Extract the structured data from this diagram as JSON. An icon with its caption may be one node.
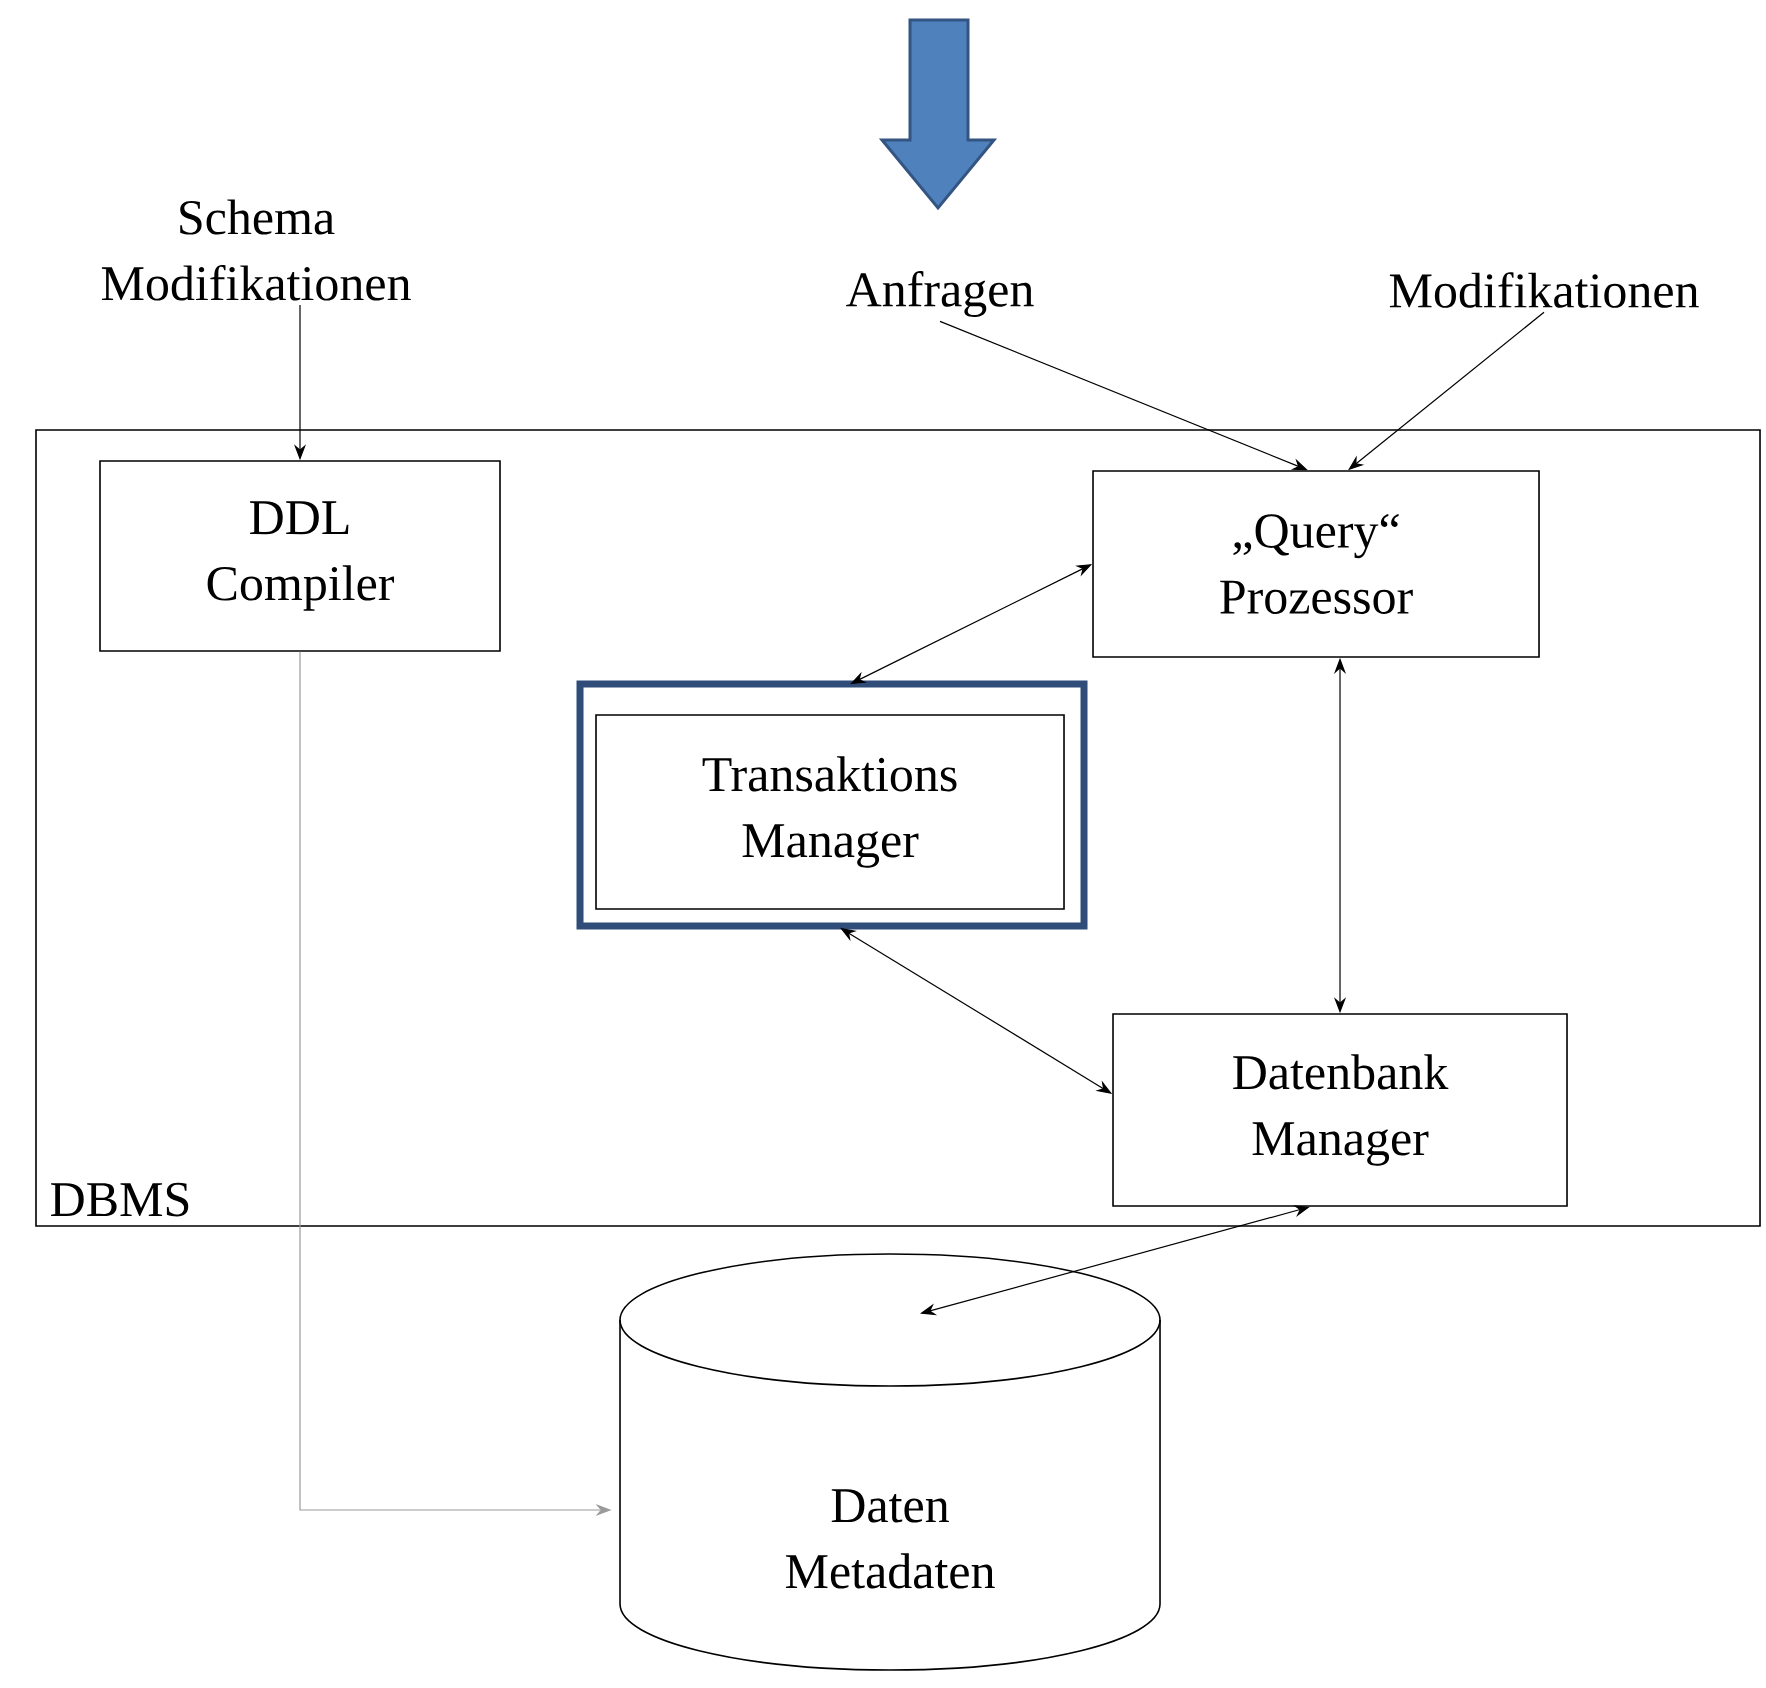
{
  "diagram": {
    "nodes": [
      {
        "text": [
          "DBMS"
        ]
      },
      {
        "text": [
          "Schema Modifikationen"
        ]
      },
      {
        "text": [
          "Anfragen"
        ]
      },
      {
        "text": [
          "Modifikationen"
        ]
      },
      {
        "text": [
          "DDL Compiler"
        ],
        "in": 0
      },
      {
        "text": [
          "„Query“ Prozessor"
        ],
        "in": 0
      },
      {
        "text": [
          "Transaktions Manager"
        ],
        "in": 0
      },
      {
        "text": [
          "Datenbank Manager"
        ],
        "in": 0
      },
      {
        "text": [
          "Daten Metadaten"
        ]
      }
    ],
    "edges": [
      {
        "from": 1,
        "to": 4,
        "arrow": "to"
      },
      {
        "from": 2,
        "to": 5,
        "arrow": "to"
      },
      {
        "from": 3,
        "to": 5,
        "arrow": "to"
      },
      {
        "from": 5,
        "to": 6,
        "arrow": "both"
      },
      {
        "from": 5,
        "to": 7,
        "arrow": "both"
      },
      {
        "from": 6,
        "to": 7,
        "arrow": "both"
      },
      {
        "from": 7,
        "to": 8,
        "arrow": "both"
      },
      {
        "from": 4,
        "to": 8,
        "arrow": "to",
        "color": "#9a9a9a"
      }
    ]
  }
}
